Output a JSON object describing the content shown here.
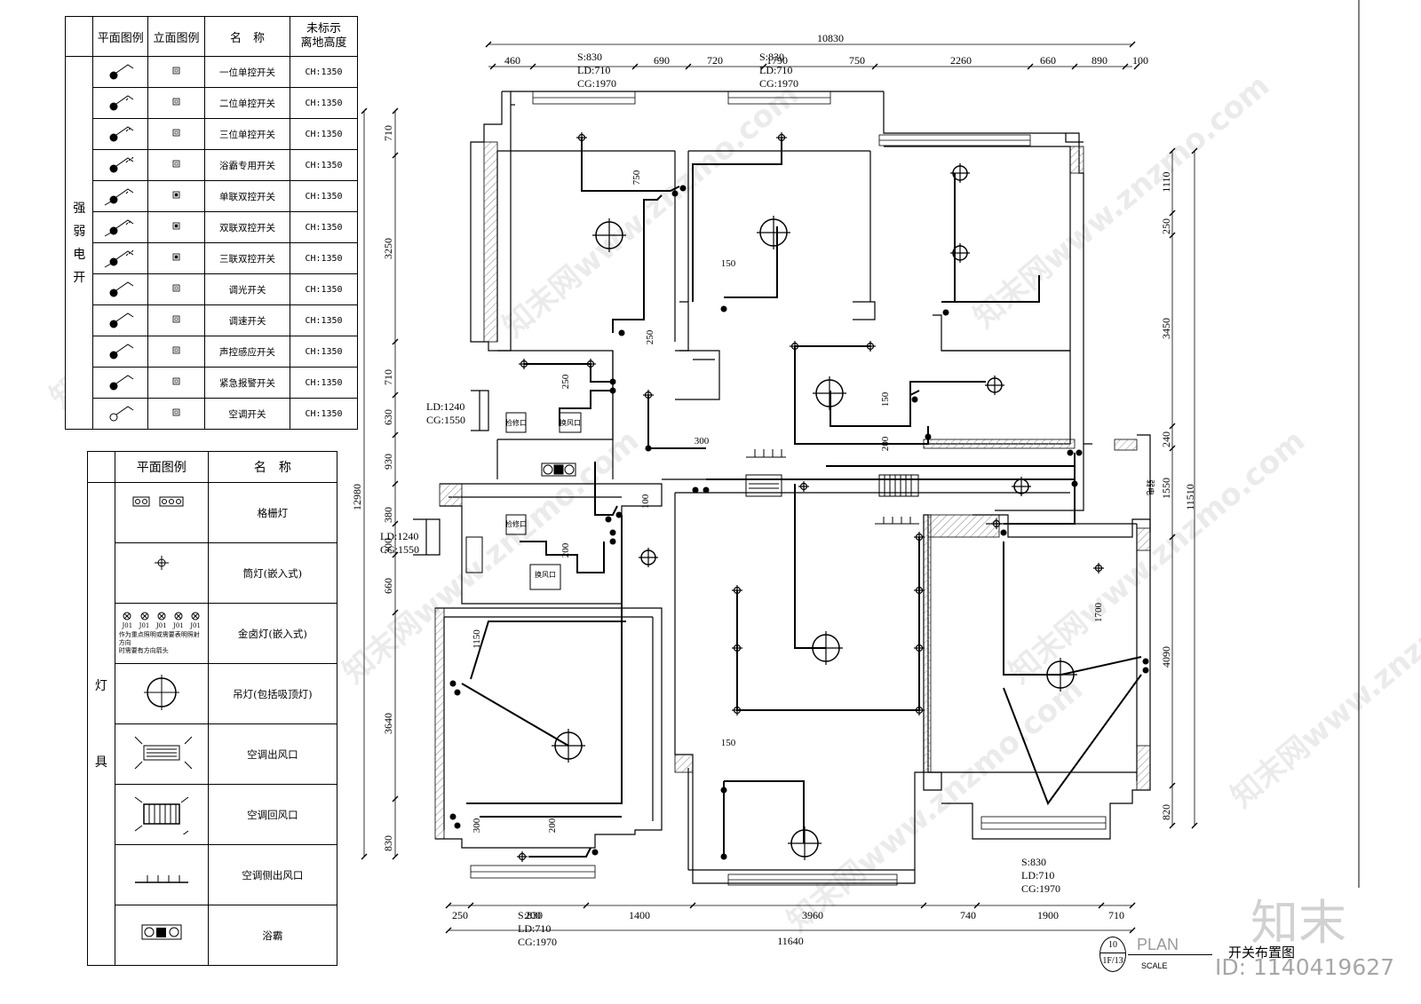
{
  "legend_switches": {
    "headers": [
      "平面图例",
      "立面图例",
      "名　称",
      "未标示\n离地高度"
    ],
    "category_chars": [
      "强",
      "弱",
      "电",
      "开"
    ],
    "rows": [
      {
        "name": "一位单控开关",
        "height": "CH:1350",
        "icon": "single-switch-icon"
      },
      {
        "name": "二位单控开关",
        "height": "CH:1350",
        "icon": "double-switch-icon"
      },
      {
        "name": "三位单控开关",
        "height": "CH:1350",
        "icon": "triple-switch-icon"
      },
      {
        "name": "浴霸专用开关",
        "height": "CH:1350",
        "icon": "bath-heater-switch-icon"
      },
      {
        "name": "单联双控开关",
        "height": "CH:1350",
        "icon": "single-two-way-switch-icon"
      },
      {
        "name": "双联双控开关",
        "height": "CH:1350",
        "icon": "double-two-way-switch-icon"
      },
      {
        "name": "三联双控开关",
        "height": "CH:1350",
        "icon": "triple-two-way-switch-icon"
      },
      {
        "name": "调光开关",
        "height": "CH:1350",
        "icon": "dimmer-switch-icon"
      },
      {
        "name": "调速开关",
        "height": "CH:1350",
        "icon": "speed-switch-icon"
      },
      {
        "name": "声控感应开关",
        "height": "CH:1350",
        "icon": "sound-sensor-switch-icon"
      },
      {
        "name": "紧急报警开关",
        "height": "CH:1350",
        "icon": "emergency-alarm-switch-icon"
      },
      {
        "name": "空调开关",
        "height": "CH:1350",
        "icon": "ac-switch-icon"
      }
    ]
  },
  "legend_lights": {
    "headers": [
      "平面图例",
      "名　称"
    ],
    "category_chars": [
      "灯",
      "具"
    ],
    "halogen_codes": [
      "J01",
      "J01",
      "J01",
      "J01",
      "J01"
    ],
    "halogen_note": "作为重点照明或需要表明照射方向\n时需要有方向箭头",
    "rows": [
      {
        "name": "格栅灯",
        "icon": "grille-light-icon"
      },
      {
        "name": "筒灯(嵌入式)",
        "icon": "downlight-icon"
      },
      {
        "name": "金卤灯(嵌入式)",
        "icon": "metal-halide-light-icon"
      },
      {
        "name": "吊灯(包括吸顶灯)",
        "icon": "pendant-light-icon"
      },
      {
        "name": "空调出风口",
        "icon": "ac-outlet-icon"
      },
      {
        "name": "空调回风口",
        "icon": "ac-return-icon"
      },
      {
        "name": "空调侧出风口",
        "icon": "ac-side-outlet-icon"
      },
      {
        "name": "浴霸",
        "icon": "bath-heater-icon"
      }
    ]
  },
  "plan": {
    "top_total": "10830",
    "top_dims": [
      "460",
      "690",
      "720",
      "1790",
      "750",
      "2260",
      "660",
      "890",
      "100"
    ],
    "bottom_total": "11640",
    "bottom_dims": [
      "250",
      "200",
      "1400",
      "3960",
      "740",
      "1900",
      "710"
    ],
    "left_total": "12980",
    "left_dims": [
      "710",
      "3250",
      "710",
      "630",
      "930",
      "380",
      "300",
      "660",
      "3640",
      "830"
    ],
    "right_total": "11510",
    "right_dims": [
      "1110",
      "250",
      "3450",
      "240",
      "1550",
      "4090",
      "820"
    ],
    "inner_dims": [
      "750",
      "150",
      "250",
      "250",
      "150",
      "200",
      "300",
      "100",
      "200",
      "1150",
      "300",
      "200",
      "150",
      "1700"
    ],
    "window_notes": [
      "S:830\nLD:710\nCG:1970",
      "S:830\nLD:710\nCG:1970",
      "LD:1240\nCG:1550",
      "LD:1240\nCG:1550",
      "S:830\nLD:710\nCG:1970",
      "S:830\nLD:710\nCG:1970"
    ],
    "access_labels": [
      "检修口",
      "换风口",
      "检修口",
      "换风口"
    ],
    "power_label": "弱电"
  },
  "title_block": {
    "sheet_no": "10",
    "sheet_ref": "1F/13",
    "plan_word": "PLAN",
    "scale_word": "SCALE",
    "title": "开关布置图"
  },
  "watermark": {
    "logo": "知末",
    "id": "ID: 1140419627",
    "site": "www.znzmo.com",
    "site_cn": "知末网"
  }
}
